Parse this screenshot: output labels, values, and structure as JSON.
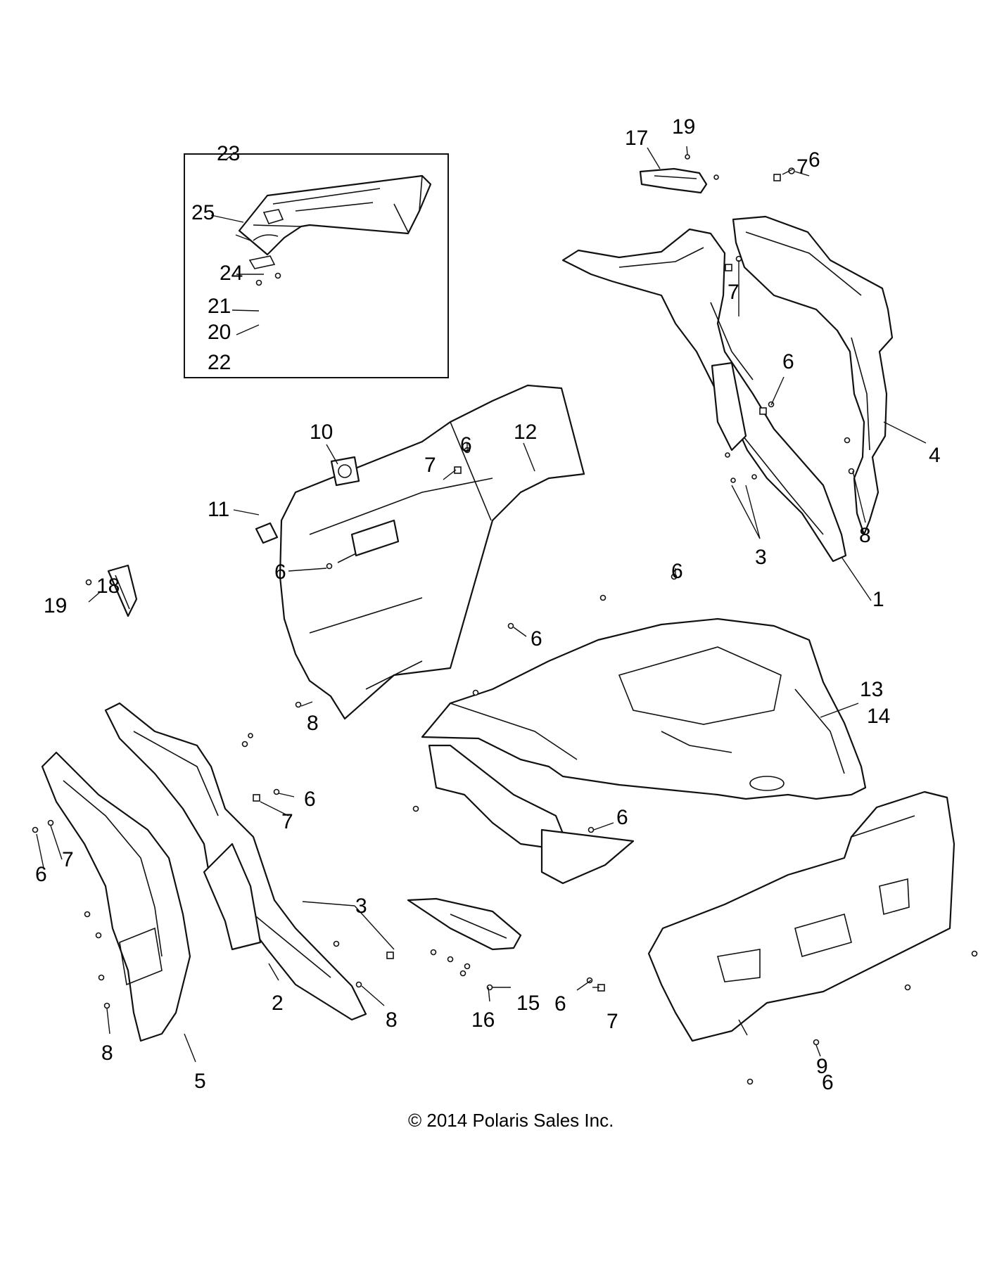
{
  "copyright": "© 2014 Polaris Sales Inc.",
  "callouts": {
    "c1": "1",
    "c2": "2",
    "c3a": "3",
    "c3b": "3",
    "c4": "4",
    "c5": "5",
    "c6a": "6",
    "c6b": "6",
    "c6c": "6",
    "c6d": "6",
    "c6e": "6",
    "c6f": "6",
    "c6g": "6",
    "c6h": "6",
    "c6i": "6",
    "c6j": "6",
    "c6k": "6",
    "c7a": "7",
    "c7b": "7",
    "c7c": "7",
    "c7d": "7",
    "c7e": "7",
    "c7f": "7",
    "c8a": "8",
    "c8b": "8",
    "c8c": "8",
    "c8d": "8",
    "c9": "9",
    "c10": "10",
    "c11": "11",
    "c12": "12",
    "c13": "13",
    "c14": "14",
    "c15": "15",
    "c16": "16",
    "c17": "17",
    "c18": "18",
    "c19a": "19",
    "c19b": "19",
    "c20": "20",
    "c21": "21",
    "c22": "22",
    "c23": "23",
    "c24": "24",
    "c25": "25"
  }
}
